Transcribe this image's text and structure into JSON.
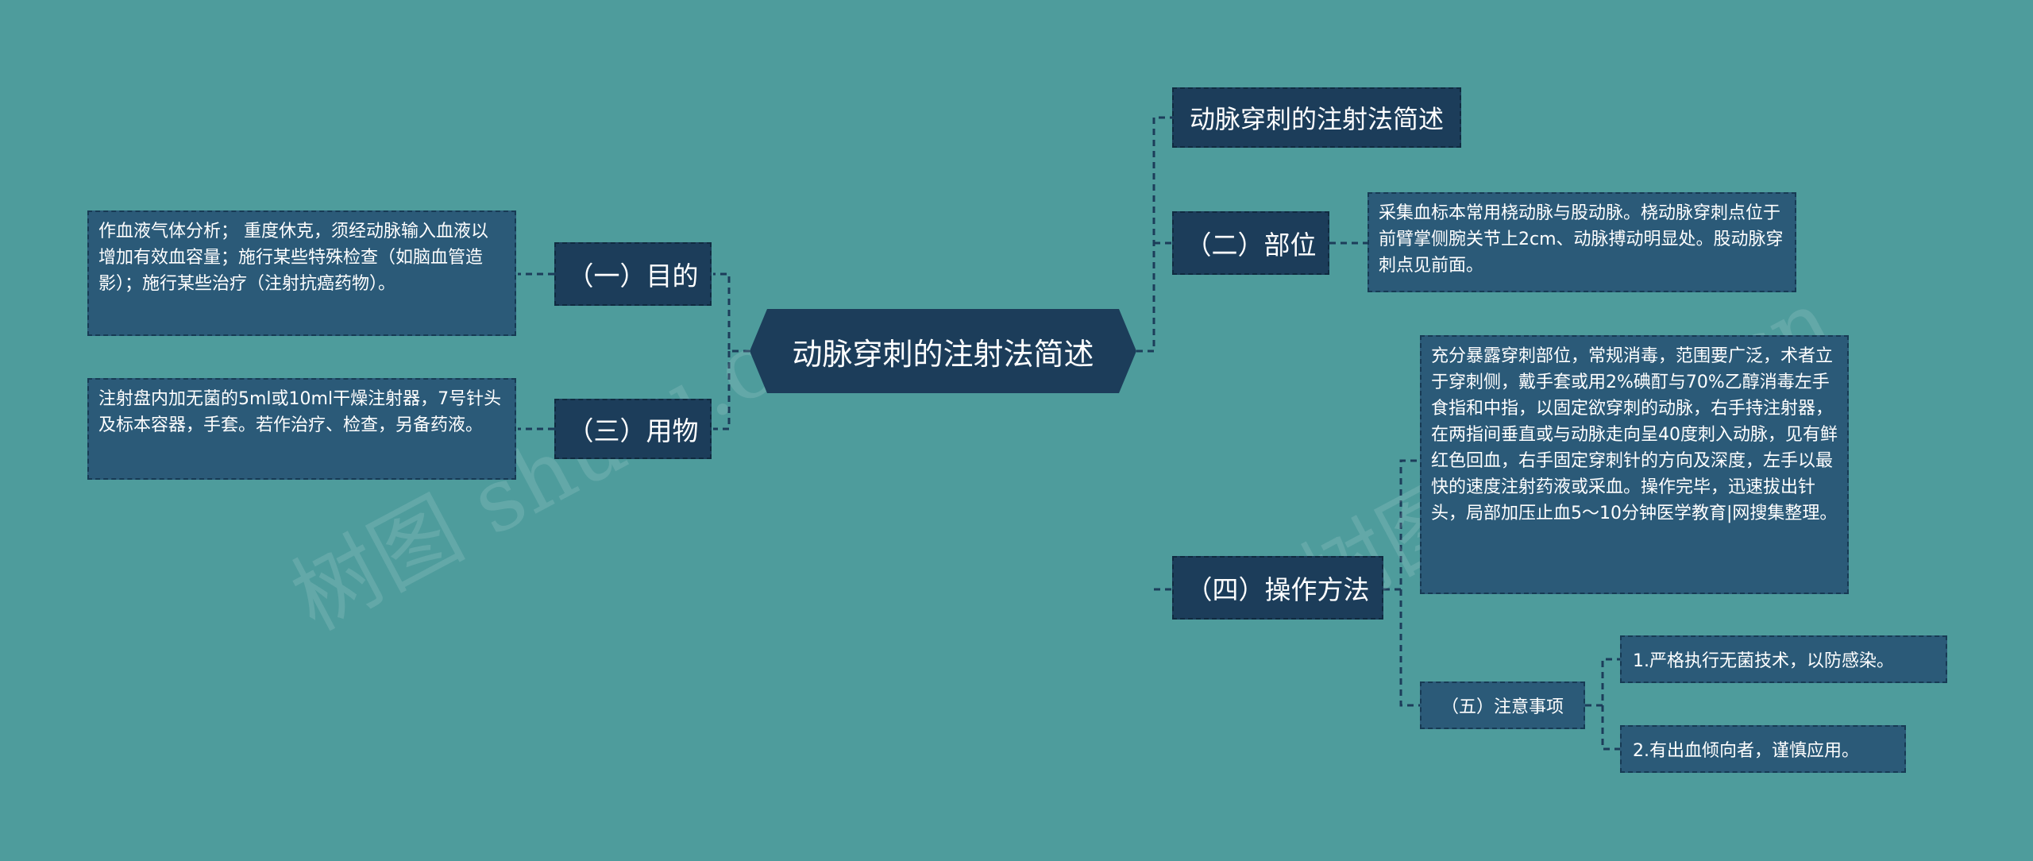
{
  "root": {
    "label": "动脉穿刺的注射法简述"
  },
  "left": [
    {
      "label": "（一）目的",
      "text": "作血液气体分析； 重度休克，须经动脉输入血液以增加有效血容量；施行某些特殊检查（如脑血管造影）；施行某些治疗（注射抗癌药物）。"
    },
    {
      "label": "（三）用物",
      "text": "注射盘内加无菌的5ml或10ml干燥注射器，7号针头及标本容器，手套。若作治疗、检查，另备药液。"
    }
  ],
  "right": [
    {
      "label": "动脉穿刺的注射法简述"
    },
    {
      "label": "（二）部位",
      "text": " 采集血标本常用桡动脉与股动脉。桡动脉穿刺点位于前臂掌侧腕关节上2cm、动脉搏动明显处。股动脉穿刺点见前面。"
    },
    {
      "label": "（四）操作方法",
      "text": "充分暴露穿刺部位，常规消毒，范围要广泛，术者立于穿刺侧，戴手套或用2%碘酊与70%乙醇消毒左手食指和中指，以固定欲穿刺的动脉，右手持注射器，在两指间垂直或与动脉走向呈40度刺入动脉，见有鲜红色回血，右手固定穿刺针的方向及深度，左手以最快的速度注射药液或采血。操作完毕，迅速拔出针头，局部加压止血5～10分钟医学教育|网搜集整理。",
      "child": {
        "label": "（五）注意事项",
        "items": [
          "1.严格执行无菌技术，以防感染。",
          "2.有出血倾向者，谨慎应用。"
        ]
      }
    }
  ],
  "watermarks": [
    "树图 shutu.cn",
    "树图 shutu.cn"
  ],
  "colors": {
    "background": "#4e9c9c",
    "node_dark": "#1c3d5a",
    "node_box": "#2b5a78",
    "connector": "#1c3d5a"
  }
}
